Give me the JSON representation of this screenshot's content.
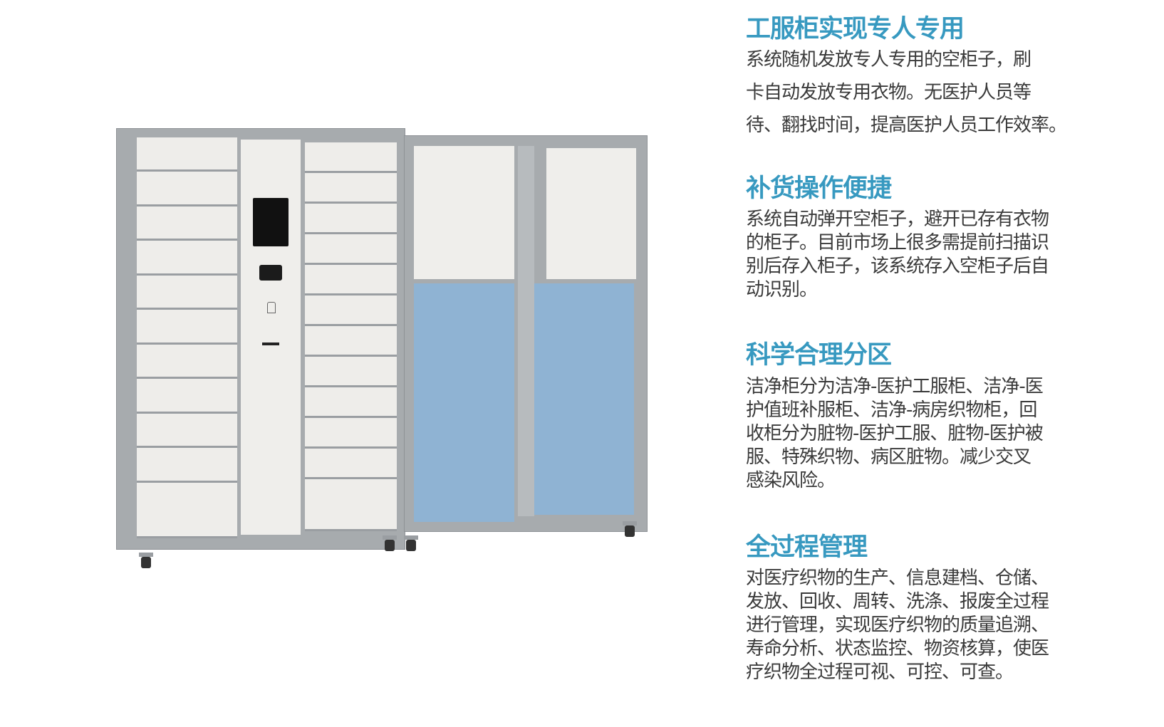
{
  "sections": [
    {
      "title": "工服柜实现专人专用",
      "lines": [
        "系统随机发放专人专用的空柜子，刷",
        "卡自动发放专用衣物。无医护人员等",
        "待、翻找时间，提高医护人员工作效率。"
      ]
    },
    {
      "title": "补货操作便捷",
      "lines": [
        "系统自动弹开空柜子，避开已存有衣物",
        "的柜子。目前市场上很多需提前扫描识",
        "别后存入柜子，该系统存入空柜子后自",
        "动识别。"
      ]
    },
    {
      "title": "科学合理分区",
      "lines": [
        "洁净柜分为洁净-医护工服柜、洁净-医",
        "护值班补服柜、洁净-病房织物柜，回",
        "收柜分为脏物-医护工服、脏物-医护被",
        "服、特殊织物、病区脏物。减少交叉",
        "感染风险。"
      ]
    },
    {
      "title": "全过程管理",
      "lines": [
        "对医疗织物的生产、信息建档、仓储、",
        "发放、回收、周转、洗涤、报废全过程",
        "进行管理，实现医疗织物的质量追溯、",
        "寿命分析、状态监控、物资核算，使医",
        "疗织物全过程可视、可控、可查。"
      ]
    }
  ],
  "colors": {
    "title": "#3799c0",
    "body": "#3a3a3a",
    "cabinet_blue": "#8fb3d3",
    "cabinet_frame": "#a7abae"
  }
}
